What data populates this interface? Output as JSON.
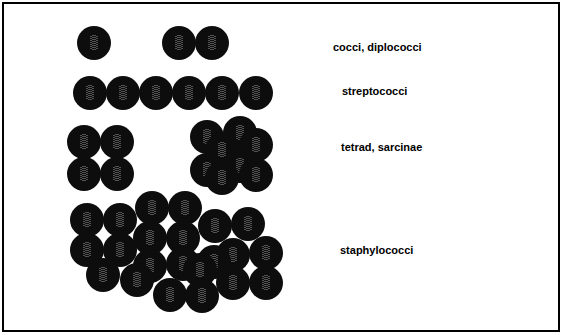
{
  "diagram": {
    "labels": [
      "cocci, diplococci",
      "streptococci",
      "tetrad, sarcinae",
      "staphylococci"
    ]
  }
}
